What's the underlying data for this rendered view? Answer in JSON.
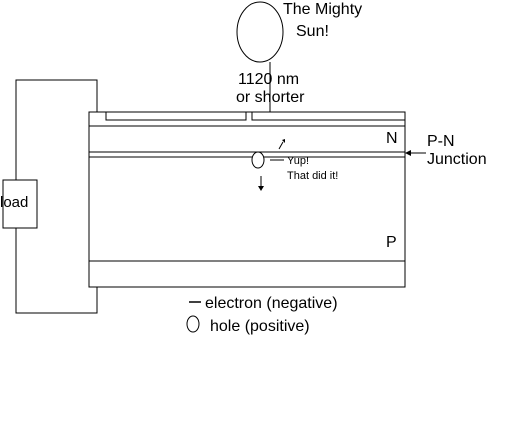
{
  "sun": {
    "label_line1": "The Mighty",
    "label_line2": "Sun!"
  },
  "wavelength": {
    "line1": "1120 nm",
    "line2": "or shorter"
  },
  "regions": {
    "n": "N",
    "p": "P"
  },
  "junction": {
    "line1": "P-N",
    "line2": "Junction"
  },
  "event": {
    "line1": "Yup!",
    "line2": "That did it!"
  },
  "load": {
    "label": "load"
  },
  "legend": {
    "electron": "electron (negative)",
    "hole": "hole (positive)"
  }
}
